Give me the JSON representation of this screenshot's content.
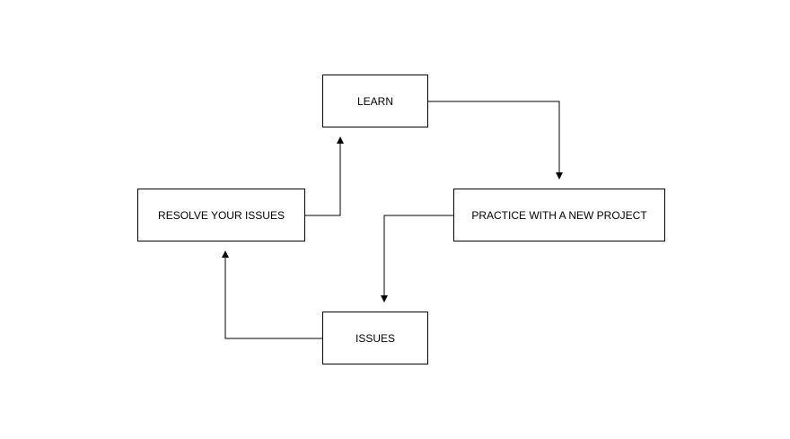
{
  "diagram": {
    "type": "cycle-flowchart",
    "colors": {
      "background": "#ffffff",
      "stroke": "#000000",
      "text": "#000000"
    },
    "nodes": {
      "learn": {
        "label": "LEARN"
      },
      "practice": {
        "label": "PRACTICE WITH A NEW PROJECT"
      },
      "issues": {
        "label": "ISSUES"
      },
      "resolve": {
        "label": "RESOLVE YOUR ISSUES"
      }
    },
    "edges": [
      {
        "from": "learn",
        "to": "practice"
      },
      {
        "from": "practice",
        "to": "issues"
      },
      {
        "from": "issues",
        "to": "resolve"
      },
      {
        "from": "resolve",
        "to": "learn"
      }
    ]
  }
}
